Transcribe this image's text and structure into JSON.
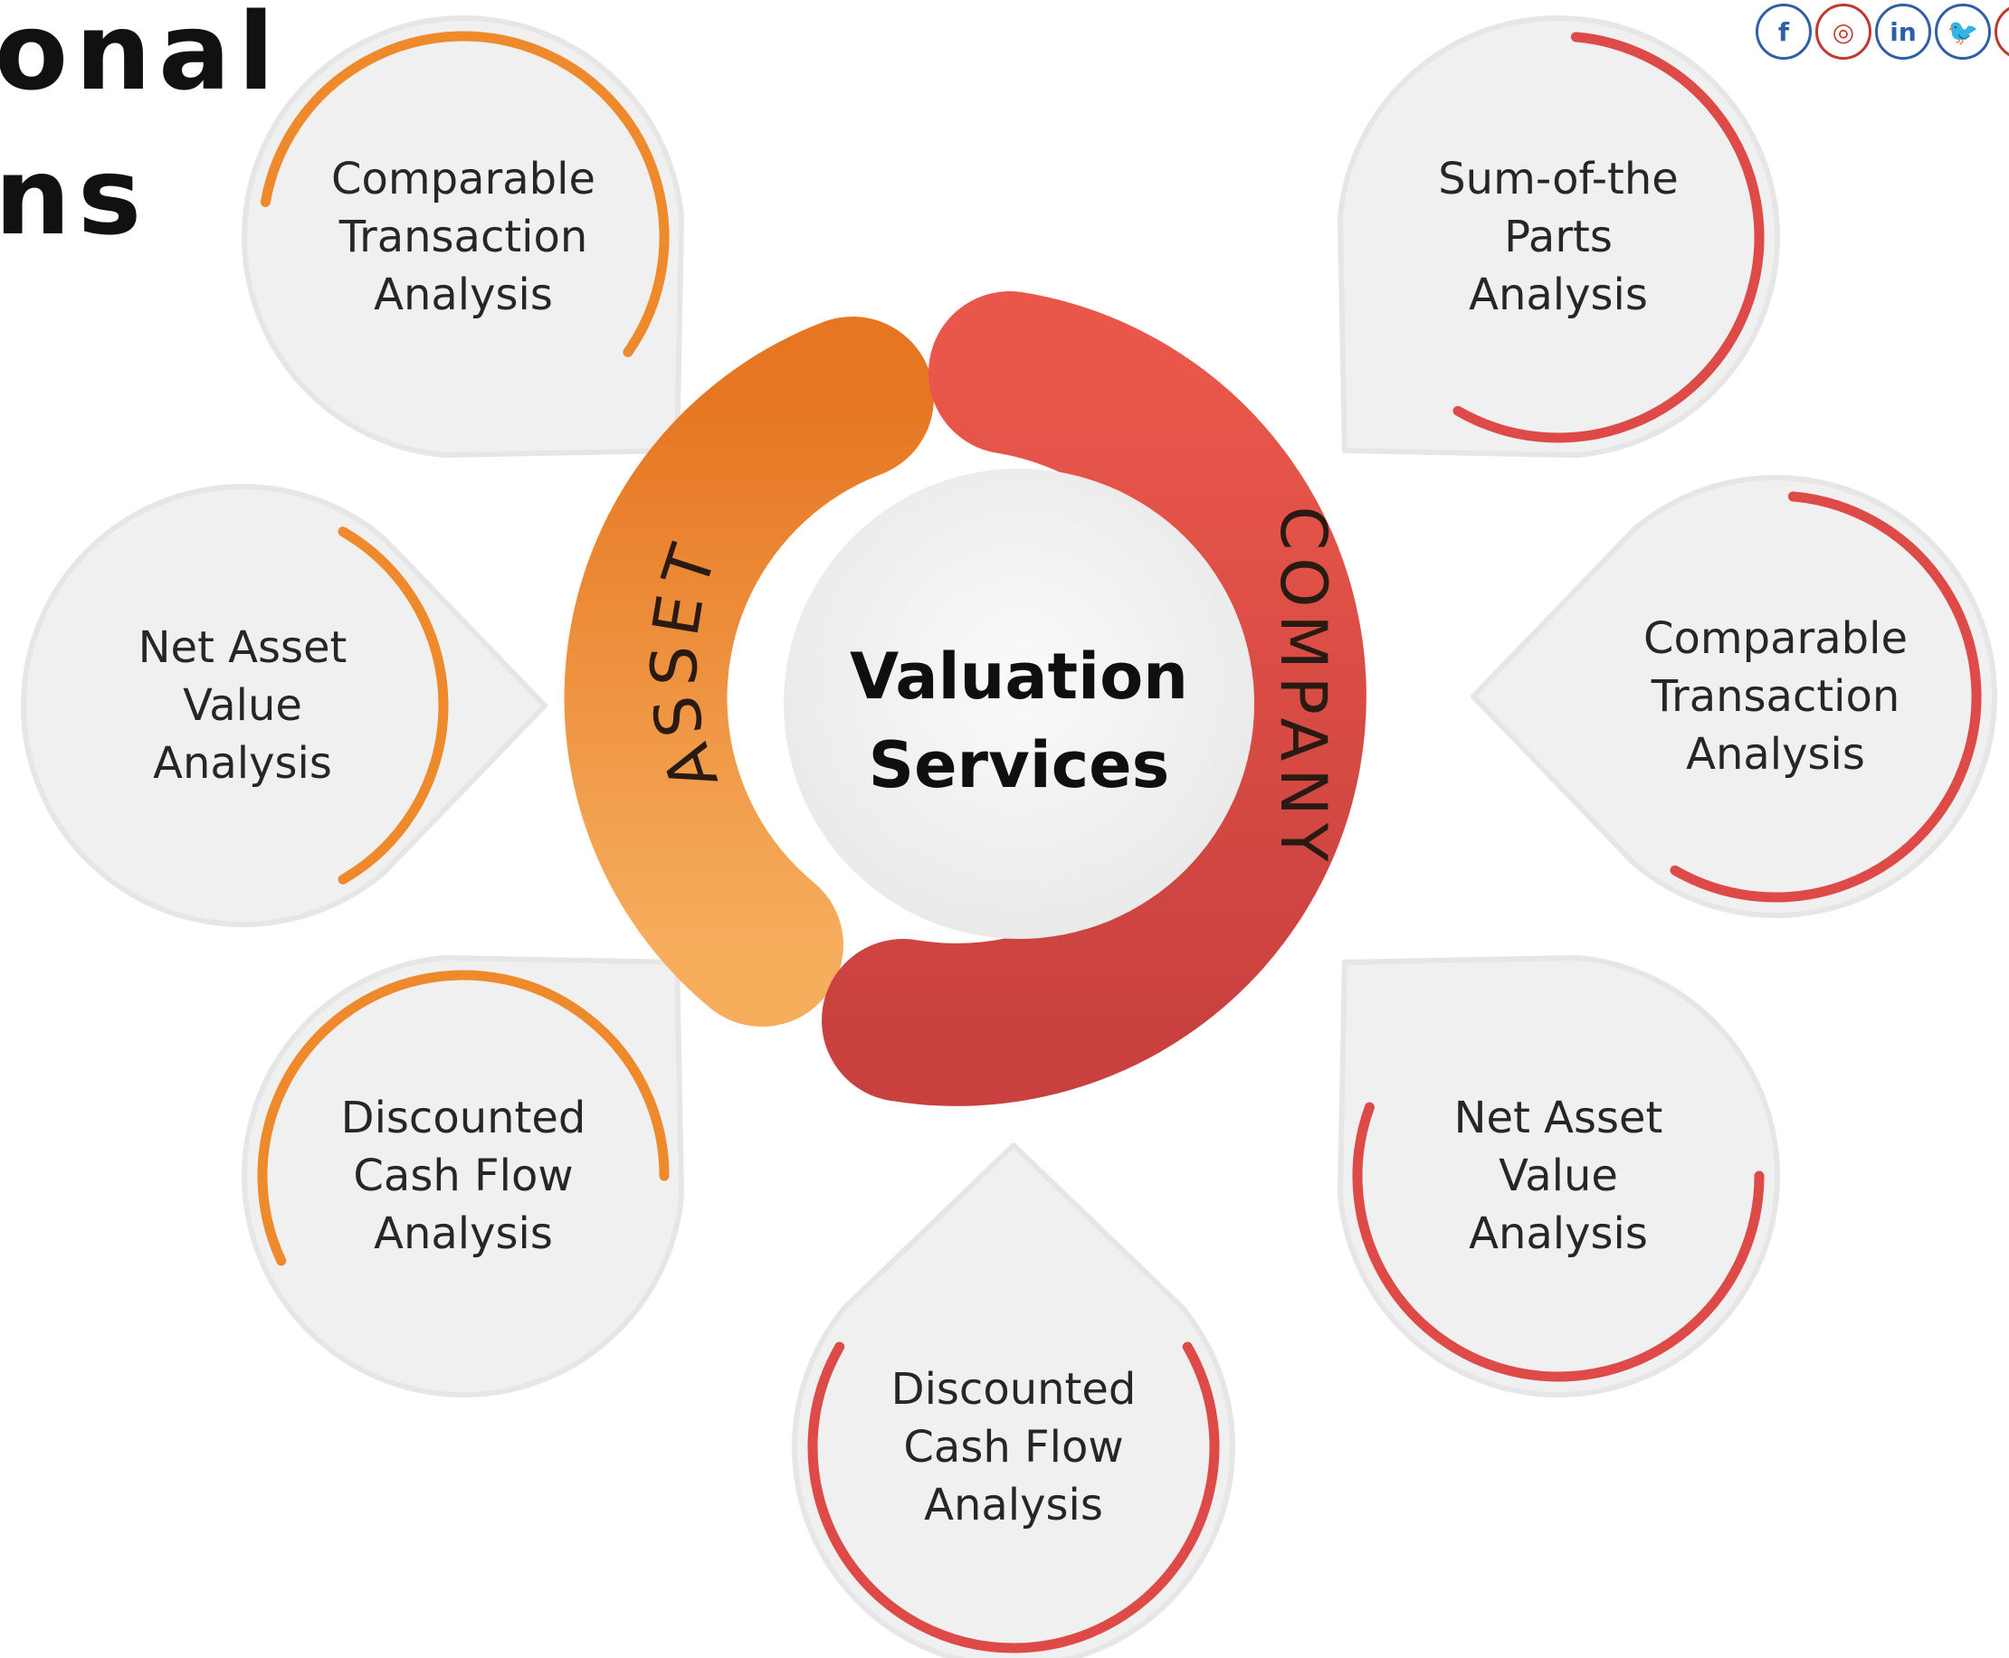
{
  "header": {
    "title_line_1": "onal",
    "title_line_2": "ns"
  },
  "social": [
    {
      "icon": "facebook-icon",
      "glyph": "f"
    },
    {
      "icon": "instagram-icon",
      "glyph": "◎"
    },
    {
      "icon": "linkedin-icon",
      "glyph": "in"
    },
    {
      "icon": "twitter-icon",
      "glyph": "🐦"
    },
    {
      "icon": "pinterest-icon",
      "glyph": ""
    }
  ],
  "center": {
    "line1": "Valuation",
    "line2": "Services"
  },
  "bands": {
    "asset": "ASSET",
    "company": "COMPANY"
  },
  "nodes": [
    {
      "id": "asset-comparable",
      "group": "asset",
      "lines": [
        "Comparable",
        "Transaction",
        "Analysis"
      ]
    },
    {
      "id": "asset-nav",
      "group": "asset",
      "lines": [
        "Net Asset",
        "Value",
        "Analysis"
      ]
    },
    {
      "id": "asset-dcf",
      "group": "asset",
      "lines": [
        "Discounted",
        "Cash Flow",
        "Analysis"
      ]
    },
    {
      "id": "company-sotp",
      "group": "company",
      "lines": [
        "Sum-of-the",
        "Parts",
        "Analysis"
      ]
    },
    {
      "id": "company-comparable",
      "group": "company",
      "lines": [
        "Comparable",
        "Transaction",
        "Analysis"
      ]
    },
    {
      "id": "company-nav",
      "group": "company",
      "lines": [
        "Net Asset",
        "Value",
        "Analysis"
      ]
    },
    {
      "id": "company-dcf",
      "group": "company",
      "lines": [
        "Discounted",
        "Cash Flow",
        "Analysis"
      ]
    }
  ],
  "colors": {
    "asset": "#ee8a2c",
    "company": "#dd4a47",
    "bubble": "#f0f0f0"
  }
}
